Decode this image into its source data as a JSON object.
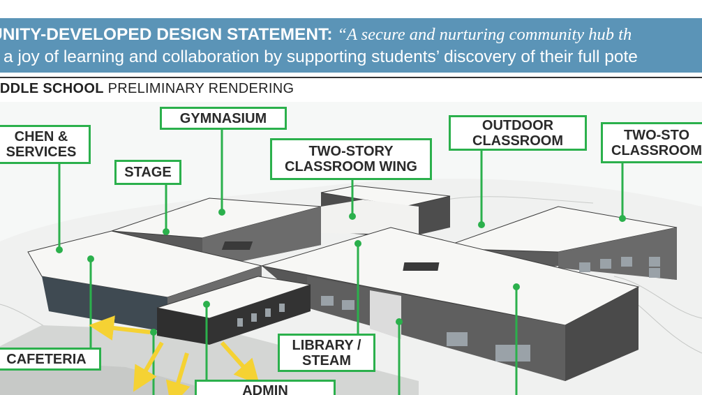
{
  "banner": {
    "lead": "UNITY-DEVELOPED DESIGN STATEMENT:",
    "line1_quote": "“A secure and nurturing community hub th",
    "line2": "s a joy of learning and collaboration by supporting students’ discovery of their full pote"
  },
  "heading": {
    "school": "IDDLE SCHOOL",
    "subtitle": "PRELIMINARY RENDERING"
  },
  "labels": {
    "kitchen": "CHEN &\nSERVICES",
    "gymnasium": "GYMNASIUM",
    "stage": "STAGE",
    "two_story_wing": "TWO-STORY\nCLASSROOM WING",
    "outdoor_classroom": "OUTDOOR\nCLASSROOM",
    "two_story_classroom": "TWO-STO\nCLASSROOM",
    "cafeteria": "CAFETERIA",
    "library": "LIBRARY /\nSTEAM",
    "admin": "ADMIN"
  },
  "colors": {
    "banner_bg": "#5b94b7",
    "label_border": "#2bb04c",
    "leader_line": "#2bb04c",
    "arrow": "#f5d233",
    "roof": "#f7f7f5",
    "wall": "#5a5a5a"
  }
}
